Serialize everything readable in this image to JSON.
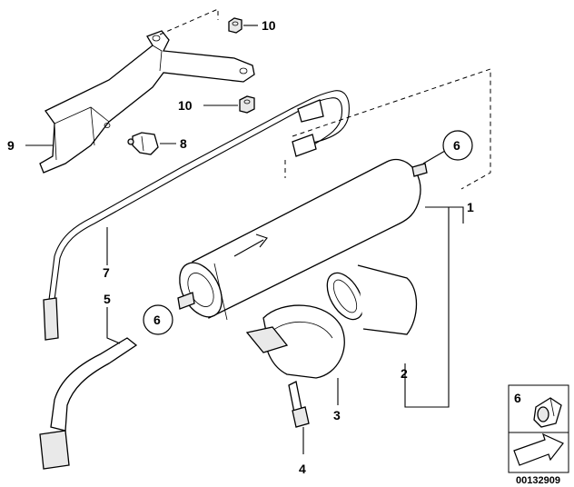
{
  "diagram": {
    "part_numbers": {
      "p1": "1",
      "p2": "2",
      "p3": "3",
      "p4": "4",
      "p5": "5",
      "p6": "6",
      "p7": "7",
      "p8": "8",
      "p9": "9",
      "p10": "10"
    },
    "inset": {
      "label": "6"
    },
    "image_code": "00132909"
  }
}
